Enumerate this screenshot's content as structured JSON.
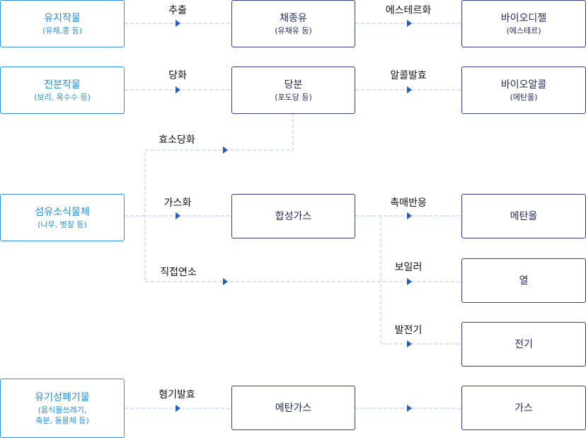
{
  "sources": [
    {
      "title": "유지작물",
      "sub": "(유채,콩 등)"
    },
    {
      "title": "전분작물",
      "sub": "(보리, 옥수수 등)"
    },
    {
      "title": "섬유소식물체",
      "sub": "(나무, 볏짚 등)"
    },
    {
      "title": "유기성폐기물",
      "sub": "(음식물쓰레기,\n축분, 동물체 등)"
    }
  ],
  "intermediates": [
    {
      "title": "채종유",
      "sub": "(유채유 등)"
    },
    {
      "title": "당분",
      "sub": "(포도당 등)"
    },
    {
      "title": "합성가스",
      "sub": ""
    },
    {
      "title": "메탄가스",
      "sub": ""
    }
  ],
  "products": [
    {
      "title": "바이오디젤",
      "sub": "(에스테르)"
    },
    {
      "title": "바이오알콜",
      "sub": "(에탄올)"
    },
    {
      "title": "메탄올",
      "sub": ""
    },
    {
      "title": "열",
      "sub": ""
    },
    {
      "title": "전기",
      "sub": ""
    },
    {
      "title": "가스",
      "sub": ""
    }
  ],
  "processes": {
    "extraction": "추출",
    "esterification": "에스테르화",
    "saccharification": "당화",
    "alcohol_fermentation": "알콜발효",
    "enzymatic_saccharification": "효소당화",
    "gasification": "가스화",
    "catalytic_reaction": "촉매반응",
    "direct_combustion": "직접연소",
    "boiler": "보일러",
    "power_generation": "발전기",
    "anaerobic_digestion": "혐기발효"
  },
  "colors": {
    "source_border": "#2f8fd8",
    "source_text": "#2a8ad4",
    "box_border": "#34417a",
    "arrow": "#1f5fb8",
    "connector": "#b8c4d6"
  }
}
